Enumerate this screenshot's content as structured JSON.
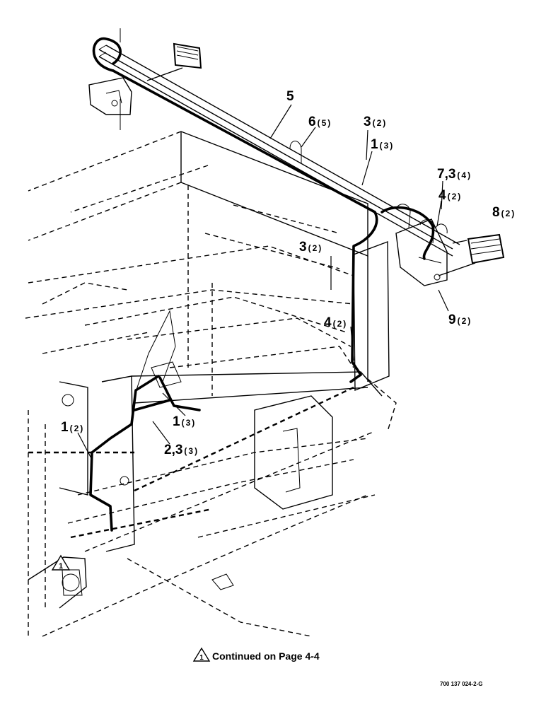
{
  "callouts": [
    {
      "num": "5",
      "qty": ""
    },
    {
      "num": "6",
      "qty": "(5)"
    },
    {
      "num": "3",
      "qty": "(2)"
    },
    {
      "num": "1",
      "qty": "(3)"
    },
    {
      "num": "7,3",
      "qty": "(4)"
    },
    {
      "num": "4",
      "qty": "(2)"
    },
    {
      "num": "8",
      "qty": "(2)"
    },
    {
      "num": "3",
      "qty": "(2)"
    },
    {
      "num": "9",
      "qty": "(2)"
    },
    {
      "num": "4",
      "qty": "(2)"
    },
    {
      "num": "1",
      "qty": "(3)"
    },
    {
      "num": "2,3",
      "qty": "(3)"
    },
    {
      "num": "1",
      "qty": "(2)"
    }
  ],
  "note_marker": "1",
  "footnote": {
    "marker": "1",
    "text": "Continued on Page 4-4"
  },
  "drawing_number": "700 137 024-2-G"
}
